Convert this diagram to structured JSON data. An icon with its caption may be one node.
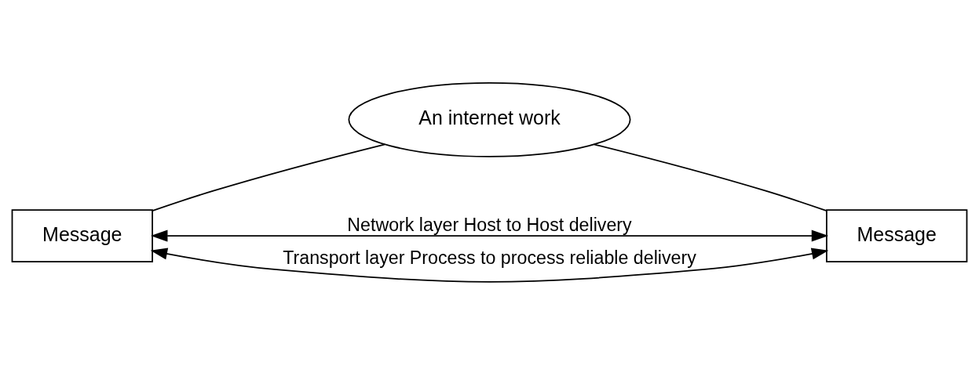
{
  "diagram": {
    "nodes": [
      {
        "text": [
          "Message"
        ]
      },
      {
        "text": [
          "An internet work"
        ]
      },
      {
        "text": [
          "Message"
        ]
      }
    ],
    "edges": [
      {
        "from": 0,
        "to": 1,
        "arrow": "none"
      },
      {
        "from": 1,
        "to": 2,
        "arrow": "none"
      },
      {
        "from": 0,
        "to": 2,
        "arrow": "both",
        "label": "Network layer Host to Host delivery"
      },
      {
        "from": 0,
        "to": 2,
        "arrow": "both",
        "label": "Transport layer Process to process reliable delivery"
      }
    ]
  }
}
